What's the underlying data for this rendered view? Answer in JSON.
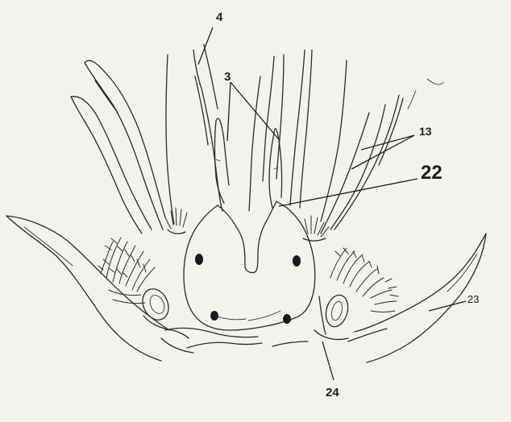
{
  "labels": {
    "l4": "4",
    "l3": "3",
    "l13": "13",
    "l22": "22",
    "l23": "23",
    "l24": "24"
  },
  "colors": {
    "paper": "#f3f2ef",
    "ink": "#2a2a2a"
  }
}
